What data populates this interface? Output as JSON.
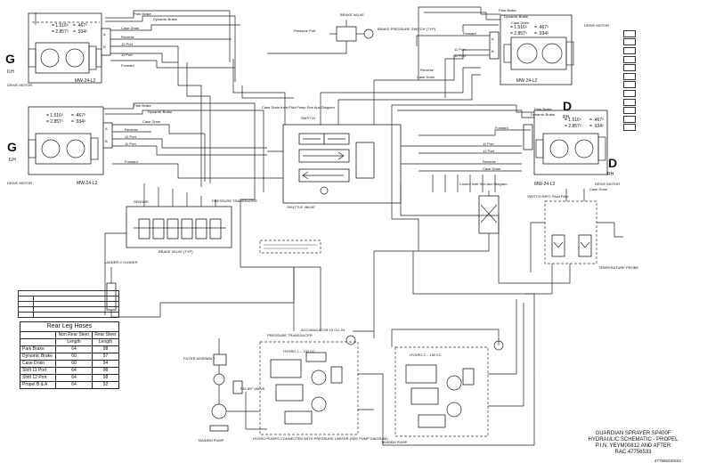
{
  "motors": {
    "top_left": {
      "letter": "G",
      "sub": "ILH",
      "line1": "= 1.516³",
      "line1b": "= .467³",
      "line2": "= 2.857³",
      "line2b": "= .934³",
      "model": "MW-24-L2",
      "caption": "DRIVE MOTOR"
    },
    "mid_left": {
      "letter": "G",
      "sub": "ILH",
      "line1": "= 1.516³",
      "line1b": "= .467³",
      "line2": "= 2.857³",
      "line2b": "= .934³",
      "model": "MW-24-L2",
      "caption": "DRIVE MOTOR"
    },
    "top_right": {
      "letter": "D",
      "sub": "RH",
      "line1": "= 1.516³",
      "line1b": "= .467³",
      "line2": "= 2.857³",
      "line2b": "= .934³",
      "model": "MW-24-L2",
      "caption": "DRIVE MOTOR"
    },
    "mid_right": {
      "letter": "D",
      "sub": "RH",
      "line1": "= 1.516³",
      "line1b": "= .467³",
      "line2": "= 2.857³",
      "line2b": "= .934³",
      "model": "MW-24-L2",
      "caption": "DRIVE MOTOR"
    }
  },
  "line_labels": {
    "park_brake": "Park Brake",
    "dynamic_brake": "Dynamic Brake",
    "case_drain": "Case Drain",
    "reverse": "Reverse",
    "port12": "12 Port",
    "port11": "11 Port",
    "forward": "Forward",
    "brake_valve": "BRAKE VALVE",
    "brake_pressure": "BRAKE PRESSURE SWITCH (TYP)",
    "pressure_port": "Pressure Port",
    "case_drain_pilot": "Case Drain from Pilot Pump See Aux Diagram",
    "switch": "SWITCH",
    "shuttle_valve": "SHUTTLE VALVE",
    "sensor": "SENSOR",
    "pressure_transducer": "PRESSURE TRANSDUCER",
    "brake_valve_typ": "BRAKE VALVE (TYP)",
    "ladder_cylinder": "LADDER CYLINDER",
    "cooler": "Cooled Inlet See Aux Diagram",
    "switch_info": "SWITCH INFO",
    "fluid_filter": "Fluid Filter",
    "case_drain_right": "Case Drain",
    "temp_probe": "TEMPERATURE PROBE",
    "filter_assembly": "FILTER ASSEMBLY",
    "relief_valve": "RELIEF VALVE",
    "tandem_pump": "TANDEM PUMP",
    "tandem_pump_right": "TANDEM PUMP",
    "pressure_transducer_2": "PRESSURE TRANSDUCER",
    "accumulator": "ACCUMULATOR 10 CU. IN.",
    "hydro1": "HYDRO 1 – 130 CC",
    "hydro2": "HYDRO 2 – 130 CC",
    "bottom_note": "HYDRO PUMPS CONNECTED WITH PRESSURE LIMITER (SEE PUMP DIAGRAM)"
  },
  "rear_leg_hoses": {
    "title": "Rear Leg Hoses",
    "headers": [
      "",
      "Non Rear Steer",
      "Rear Steer"
    ],
    "subheaders": [
      "",
      "Length",
      "Length"
    ],
    "rows": [
      {
        "name": "Park Brake",
        "non": "64",
        "rear": "98"
      },
      {
        "name": "Dynamic Brake",
        "non": "60",
        "rear": "97"
      },
      {
        "name": "Case Drain",
        "non": "60",
        "rear": "94"
      },
      {
        "name": "Shift 11 Port",
        "non": "64",
        "rear": "98"
      },
      {
        "name": "Shift 12 Port",
        "non": "64",
        "rear": "98"
      },
      {
        "name": "Propel B & A",
        "non": "64",
        "rear": "92"
      }
    ]
  },
  "title_block": {
    "line1": "GUARDIAN SPRAYER SP400F",
    "line2": "HYDRAULIC SCHEMATIC - PROPEL",
    "line3": "P.I.N. YEYM00812 AND AFTER",
    "line4": "RAC 47756533",
    "doc": "47756533/SS2"
  }
}
